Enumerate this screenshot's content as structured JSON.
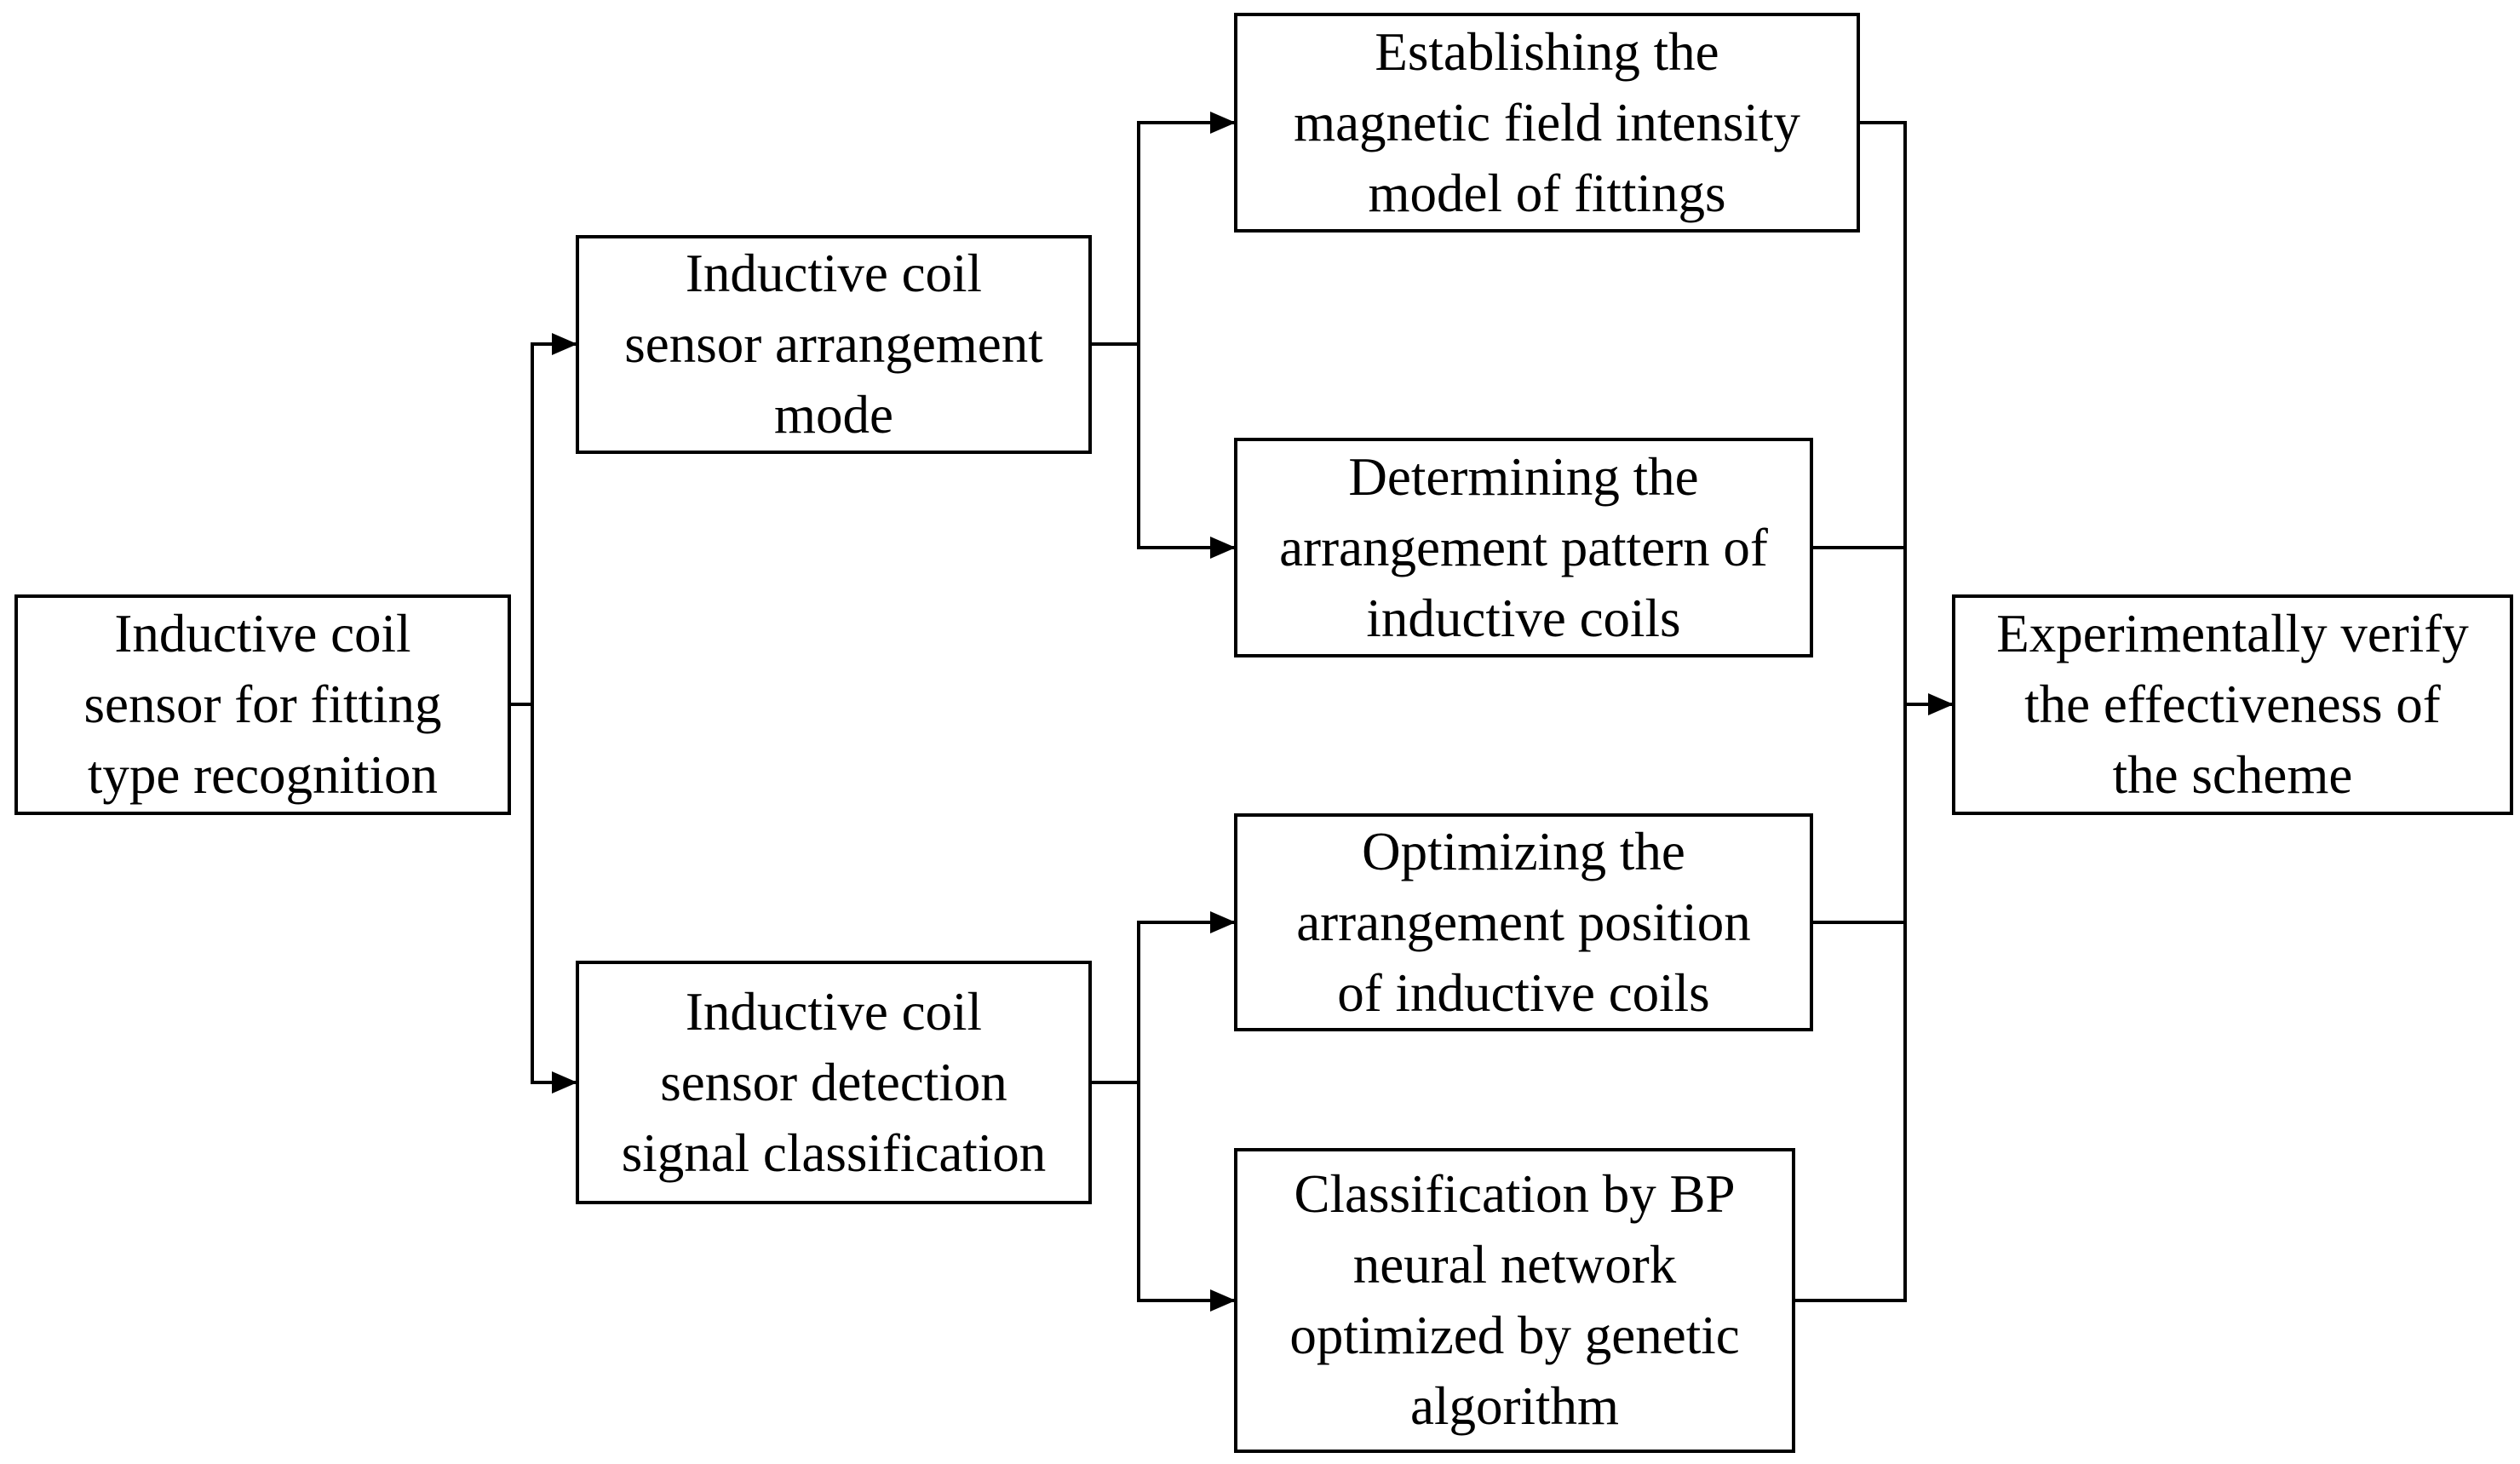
{
  "nodes": {
    "root": "Inductive coil\nsensor for fitting\ntype recognition",
    "arrangement_mode": "Inductive coil\nsensor arrangement\nmode",
    "detection_classification": "Inductive coil\nsensor detection\nsignal classification",
    "field_model": "Establishing the\nmagnetic field intensity\nmodel of fittings",
    "arrangement_pattern": "Determining the\narrangement pattern of\ninductive coils",
    "position_optimization": "Optimizing the\narrangement position\nof inductive coils",
    "bp_classification": "Classification by BP\nneural network\noptimized by genetic\nalgorithm",
    "verification": "Experimentally verify\nthe effectiveness of\nthe scheme"
  },
  "edges": [
    {
      "from": "root",
      "to": "arrangement_mode"
    },
    {
      "from": "root",
      "to": "detection_classification"
    },
    {
      "from": "arrangement_mode",
      "to": "field_model"
    },
    {
      "from": "arrangement_mode",
      "to": "arrangement_pattern"
    },
    {
      "from": "detection_classification",
      "to": "position_optimization"
    },
    {
      "from": "detection_classification",
      "to": "bp_classification"
    },
    {
      "from": "field_model",
      "to": "verification"
    },
    {
      "from": "arrangement_pattern",
      "to": "verification"
    },
    {
      "from": "position_optimization",
      "to": "verification"
    },
    {
      "from": "bp_classification",
      "to": "verification"
    }
  ],
  "colors": {
    "stroke": "#000000",
    "background": "#ffffff"
  }
}
